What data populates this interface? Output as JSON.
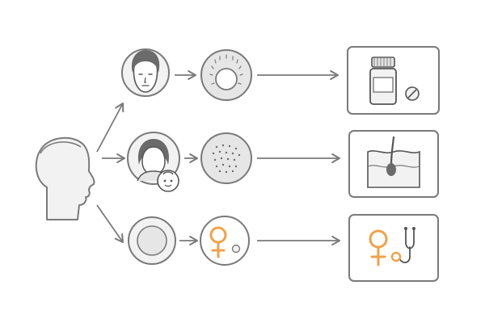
{
  "colors": {
    "stroke": "#7a7a7a",
    "stroke_dark": "#555555",
    "fill_light": "#f2f2f2",
    "fill_mid": "#e6e6e6",
    "skin": "#ffffff",
    "hair": "#6b6b6b",
    "accent": "#f0a14a",
    "background": "#ffffff"
  },
  "diagram": {
    "source": {
      "icon": "head-profile-icon"
    },
    "rows": [
      {
        "id": "top",
        "steps": [
          "male-face-icon",
          "single-follicle-circle-icon"
        ],
        "result": "medication-bottle-pill-icon"
      },
      {
        "id": "middle",
        "steps": [
          "mother-child-icon",
          "dotted-scalp-circle-icon"
        ],
        "result": "skin-cross-section-hair-icon"
      },
      {
        "id": "bottom",
        "steps": [
          "empty-circle-icon",
          "female-symbol-circle-icon"
        ],
        "result": "female-symbol-stethoscope-icon"
      }
    ]
  }
}
